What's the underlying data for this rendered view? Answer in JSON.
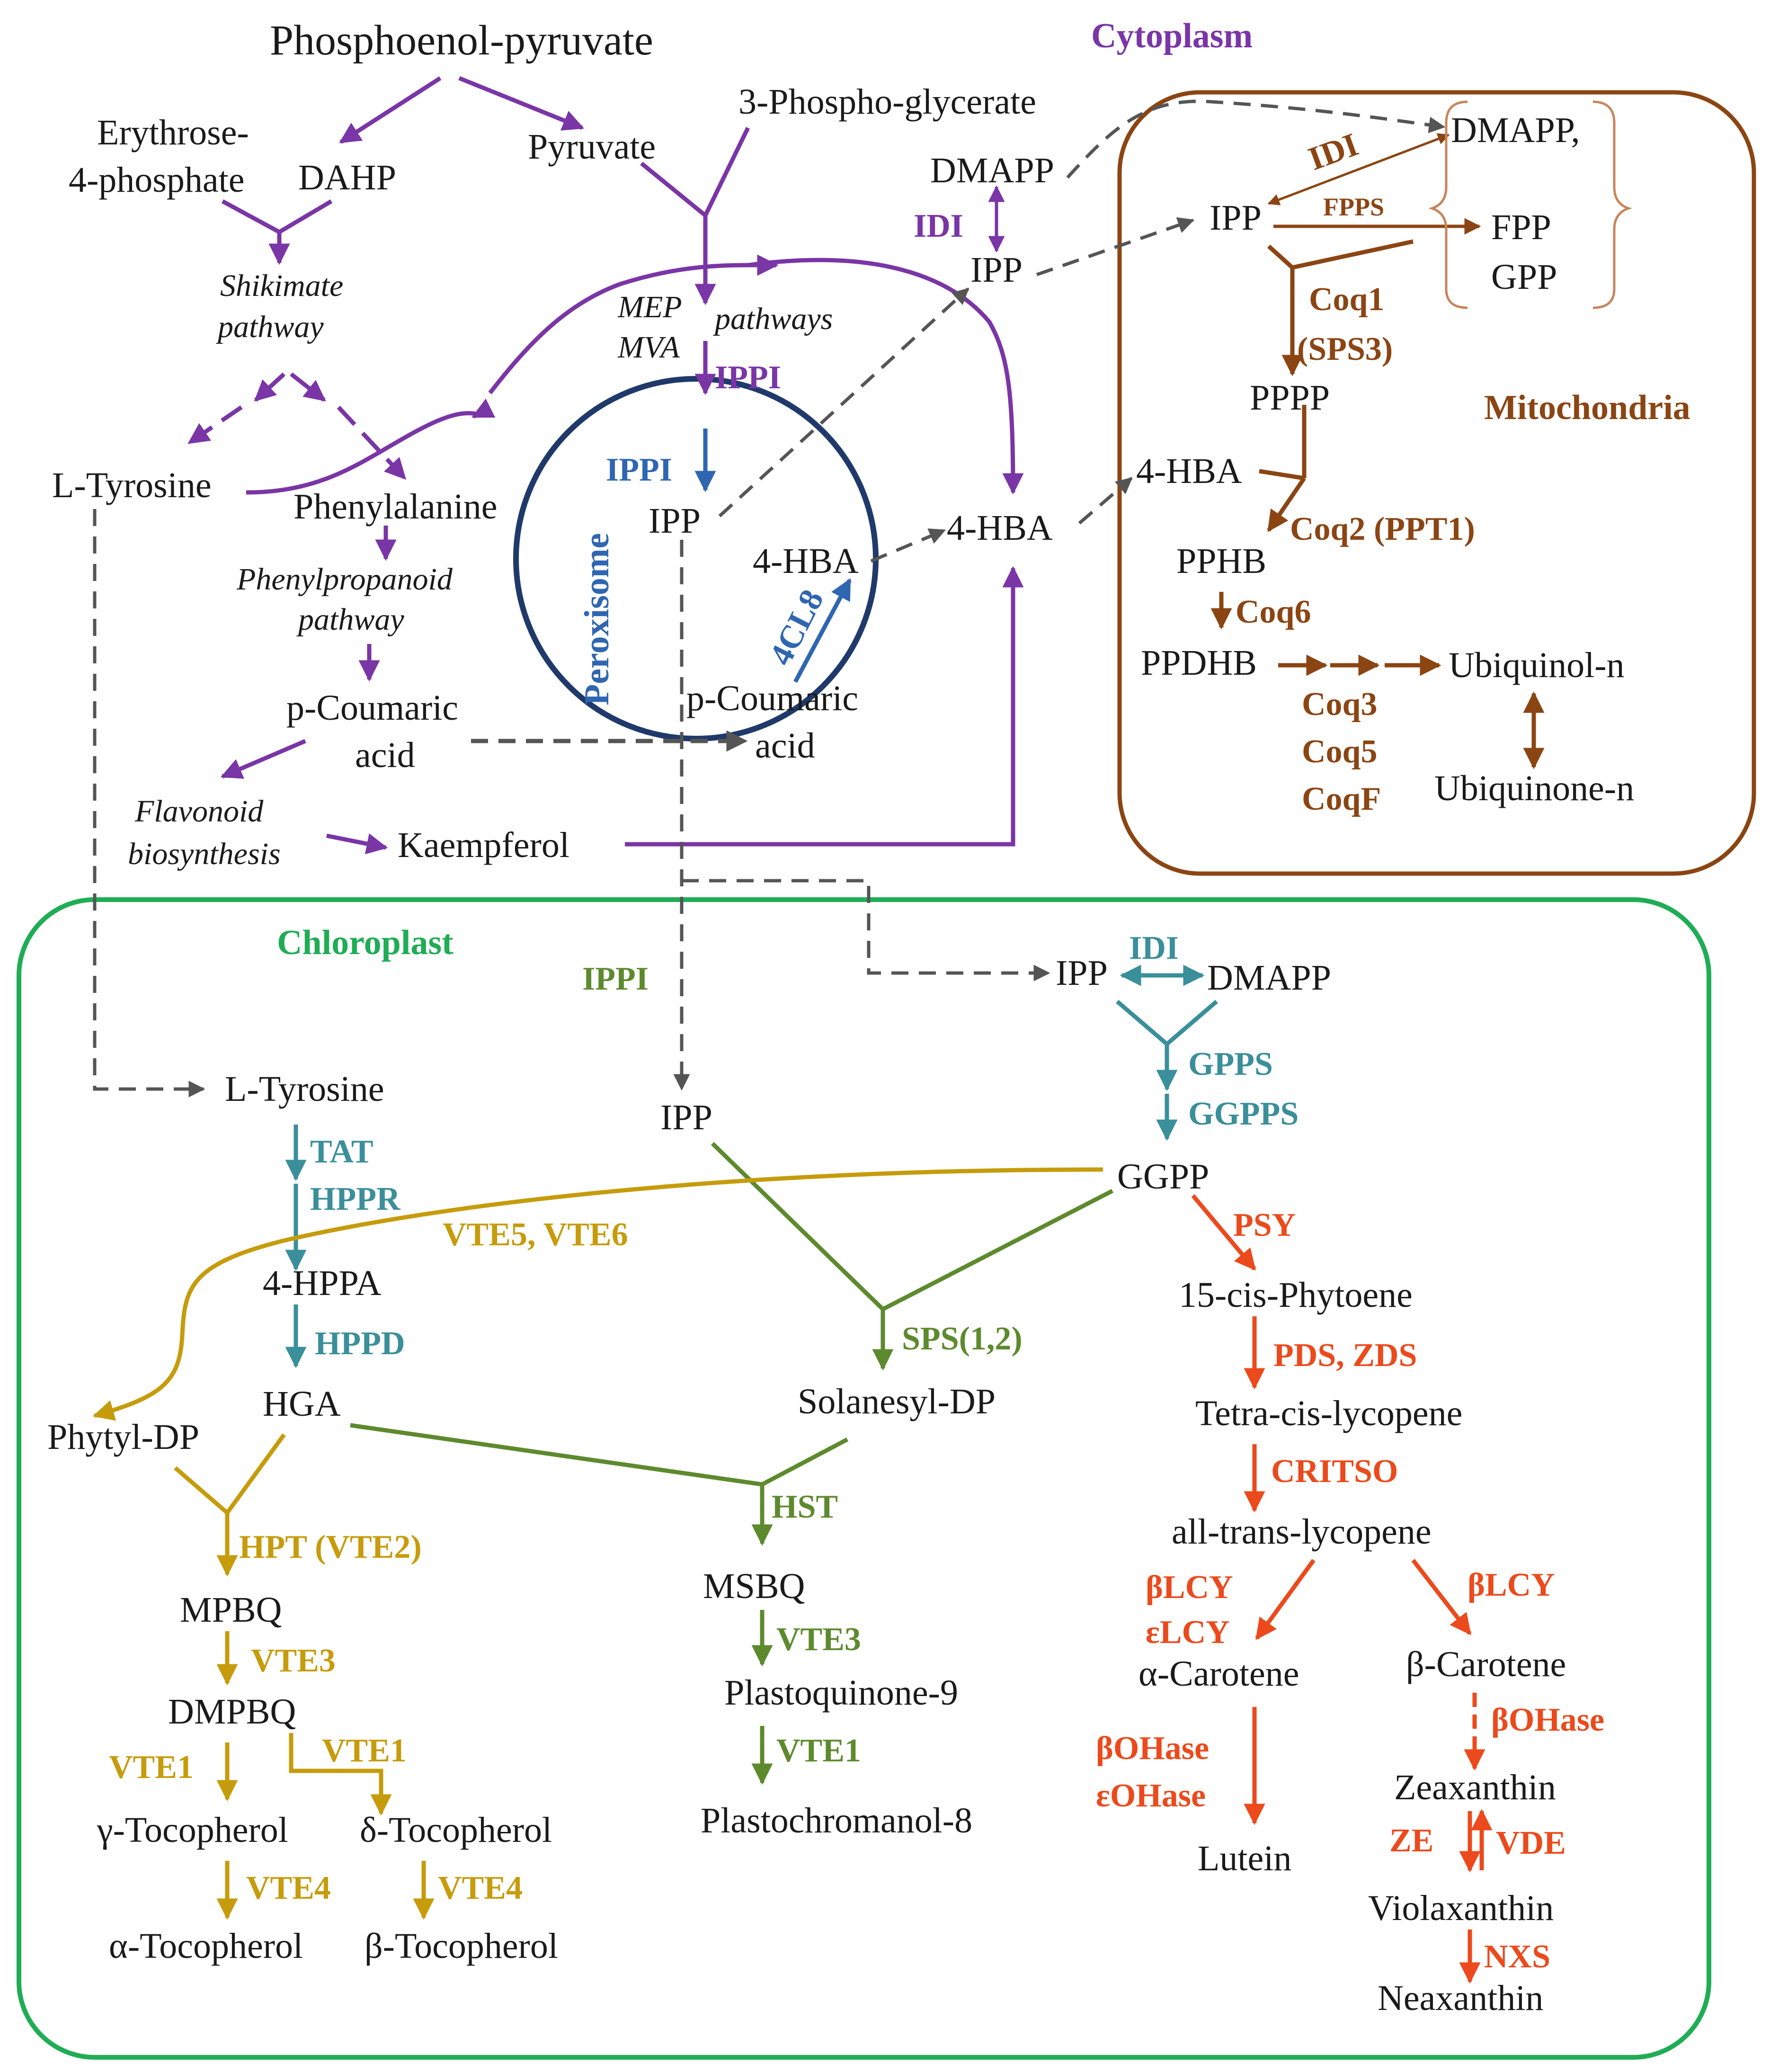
{
  "colors": {
    "purple": "#7a35a6",
    "brown": "#8b4513",
    "chloroplast_green": "#1fad55",
    "blue": "#2f66b1",
    "navy": "#1f3a6a",
    "teal": "#3a8f9a",
    "olive": "#5e8a2e",
    "gold": "#c69c0c",
    "red": "#ec4a1c",
    "dash": "#555555"
  },
  "compartments": {
    "cytoplasm": "Cytoplasm",
    "mitochondria": "Mitochondria",
    "peroxisome": "Peroxisome",
    "chloroplast": "Chloroplast"
  },
  "cytoplasm": {
    "pep": "Phosphoenol-pyruvate",
    "pga": "3-Phospho-glycerate",
    "e4p_1": "Erythrose-",
    "e4p_2": "4-phosphate",
    "dahp": "DAHP",
    "pyruvate": "Pyruvate",
    "shikimate_1": "Shikimate",
    "shikimate_2": "pathway",
    "mep": "MEP",
    "mva": "MVA",
    "pathways": "pathways",
    "ippi": "IPPI",
    "dmapp": "DMAPP",
    "idi": "IDI",
    "ipp": "IPP",
    "tyrosine": "L-Tyrosine",
    "phenylalanine": "Phenylalanine",
    "phenylpropanoid_1": "Phenylpropanoid",
    "phenylpropanoid_2": "pathway",
    "coumaric_1": "p-Coumaric",
    "coumaric_2": "acid",
    "flavonoid_1": "Flavonoid",
    "flavonoid_2": "biosynthesis",
    "kaempferol": "Kaempferol",
    "hba": "4-HBA"
  },
  "peroxisome": {
    "ippi": "IPPI",
    "ipp": "IPP",
    "hba": "4-HBA",
    "enzyme": "4CL8",
    "coumaric_1": "p-Coumaric",
    "coumaric_2": "acid"
  },
  "mitochondria": {
    "dmapp": "DMAPP,",
    "idi": "IDI",
    "ipp": "IPP",
    "fpps": "FPPS",
    "fpp": "FPP",
    "gpp": "GPP",
    "coq1": "Coq1",
    "sps3": "(SPS3)",
    "pppp": "PPPP",
    "hba": "4-HBA",
    "coq2": "Coq2 (PPT1)",
    "pphb": "PPHB",
    "coq6": "Coq6",
    "ppdhb": "PPDHB",
    "ubiquinol": "Ubiquinol-n",
    "coq3": "Coq3",
    "coq5": "Coq5",
    "coqf": "CoqF",
    "ubiquinone": "Ubiquinone-n"
  },
  "chloroplast": {
    "ippi": "IPPI",
    "ipp_top": "IPP",
    "idi": "IDI",
    "dmapp": "DMAPP",
    "gpps": "GPPS",
    "ggpps": "GGPPS",
    "ggpp": "GGPP",
    "tyrosine": "L-Tyrosine",
    "tat": "TAT",
    "hppr": "HPPR",
    "vte56": "VTE5, VTE6",
    "hppa": "4-HPPA",
    "hppd": "HPPD",
    "hga": "HGA",
    "phytyl": "Phytyl-DP",
    "ipp": "IPP",
    "sps": "SPS(1,2)",
    "solanesyl": "Solanesyl-DP",
    "hst": "HST",
    "msbq": "MSBQ",
    "vte3_pq": "VTE3",
    "pq9": "Plastoquinone-9",
    "vte1_pc": "VTE1",
    "pc8": "Plastochromanol-8",
    "hpt": "HPT (VTE2)",
    "mpbq": "MPBQ",
    "vte3": "VTE3",
    "dmpbq": "DMPBQ",
    "vte1_a": "VTE1",
    "vte1_b": "VTE1",
    "gamma_toc": "γ-Tocopherol",
    "delta_toc": "δ-Tocopherol",
    "vte4_a": "VTE4",
    "vte4_b": "VTE4",
    "alpha_toc": "α-Tocopherol",
    "beta_toc": "β-Tocopherol",
    "psy": "PSY",
    "phytoene": "15-cis-Phytoene",
    "pds_zds": "PDS, ZDS",
    "tetra_lyc": "Tetra-cis-lycopene",
    "critso": "CRITSO",
    "all_trans": "all-trans-lycopene",
    "blcy_a": "βLCY",
    "elcy": "εLCY",
    "blcy_b": "βLCY",
    "alpha_car": "α-Carotene",
    "beta_car": "β-Carotene",
    "bohase_a": "βOHase",
    "eohase": "εOHase",
    "bohase_b": "βOHase",
    "lutein": "Lutein",
    "zeaxanthin": "Zeaxanthin",
    "ze": "ZE",
    "vde": "VDE",
    "violaxanthin": "Violaxanthin",
    "nxs": "NXS",
    "neaxanthin": "Neaxanthin"
  }
}
